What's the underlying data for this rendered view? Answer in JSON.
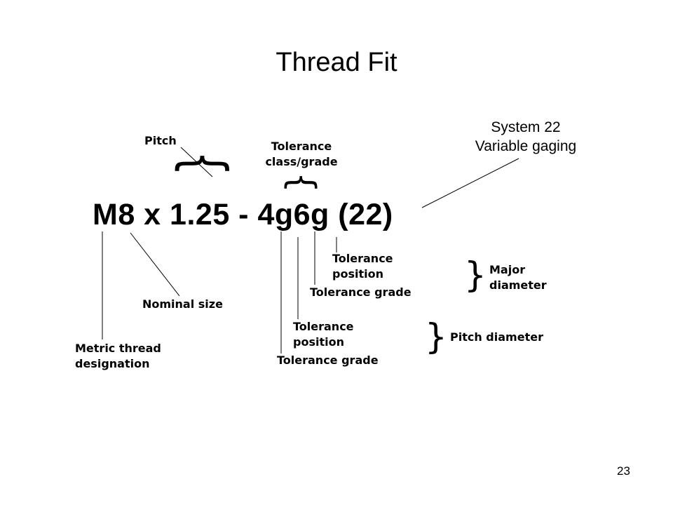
{
  "slide": {
    "title": "Thread Fit",
    "designation": "M8 x 1.25 - 4g6g (22)",
    "page_number": "23"
  },
  "labels": {
    "pitch": "Pitch",
    "tolerance_class_line1": "Tolerance",
    "tolerance_class_line2": "class/grade",
    "system22_line1": "System 22",
    "system22_line2": "Variable gaging",
    "nominal_size": "Nominal size",
    "metric_line1": "Metric thread",
    "metric_line2": "designation",
    "tol_position_major_line1": "Tolerance",
    "tol_position_major_line2": "position",
    "tol_grade_major": "Tolerance grade",
    "major_diameter_line1": "Major",
    "major_diameter_line2": "diameter",
    "tol_position_pitch_line1": "Tolerance",
    "tol_position_pitch_line2": "position",
    "tol_grade_pitch": "Tolerance grade",
    "pitch_diameter": "Pitch diameter"
  },
  "braces": {
    "pitch_brace": "{",
    "tolerance_brace": "{",
    "major_brace": "}",
    "pitch_diameter_brace": "}"
  }
}
